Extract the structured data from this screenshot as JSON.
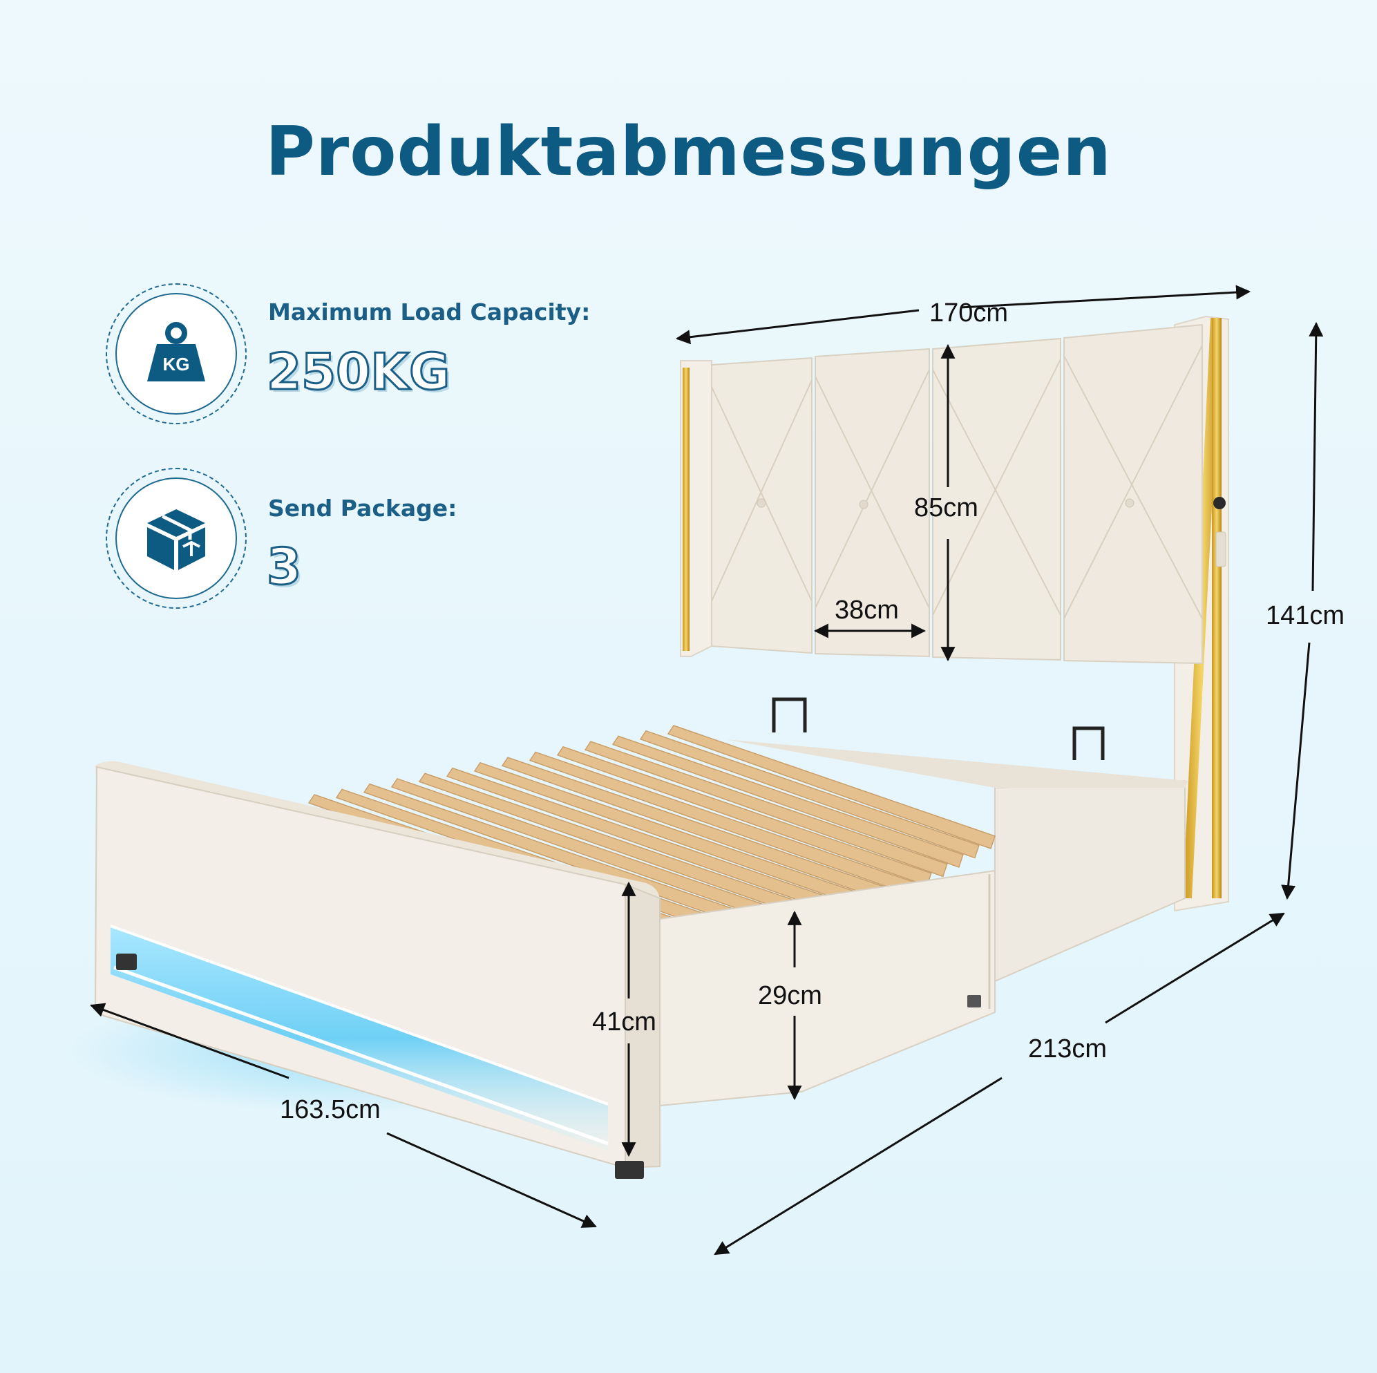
{
  "title": "Produktabmessungen",
  "specs": {
    "load": {
      "label": "Maximum Load Capacity:",
      "value": "250KG",
      "icon": "weight-kg-icon",
      "icon_text": "KG"
    },
    "package": {
      "label": "Send Package:",
      "value": "3",
      "icon": "package-box-icon"
    }
  },
  "dimensions": {
    "width_top": "170cm",
    "headboard_height": "85cm",
    "panel_width": "38cm",
    "total_height": "141cm",
    "total_length": "213cm",
    "footboard_height": "41cm",
    "side_rail_height": "29cm",
    "outer_width": "163.5cm"
  },
  "colors": {
    "title": "#0d5a82",
    "upholstery": "#f1ece3",
    "gold_trim": "#e0b43a",
    "slats": "#e5c08f",
    "led_glow": "#6fd0f5"
  }
}
